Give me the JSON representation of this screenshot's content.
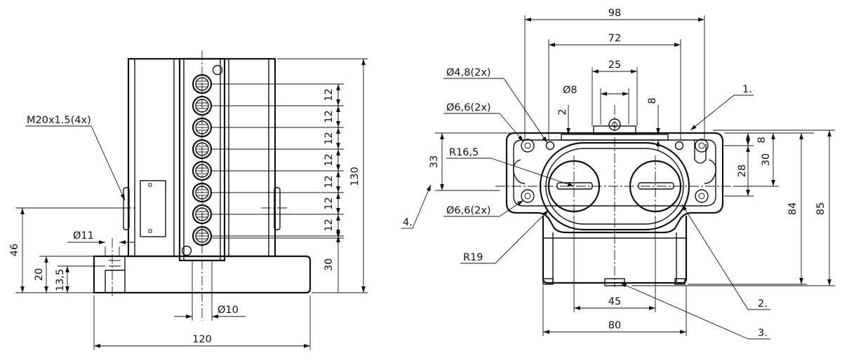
{
  "left_view": {
    "dims": {
      "m20": "M20x1.5(4x)",
      "d11": "Ø11",
      "d10": "Ø10",
      "w120": "120",
      "h130": "130",
      "h46": "46",
      "h20": "20",
      "h13_5": "13,5",
      "h30": "30",
      "pitch12": "12"
    }
  },
  "right_view": {
    "dims": {
      "w98": "98",
      "w72": "72",
      "w25": "25",
      "d8": "Ø8",
      "d4_8": "Ø4,8(2x)",
      "d6_6_top": "Ø6,6(2x)",
      "d6_6_bot": "Ø6,6(2x)",
      "r16_5": "R16,5",
      "r19": "R19",
      "v2": "2",
      "v8_top": "8",
      "v33": "33",
      "v8_r": "8",
      "v28": "28",
      "v30": "30",
      "v84": "84",
      "v85": "85",
      "w45": "45",
      "w80": "80"
    },
    "callouts": {
      "c1": "1.",
      "c2": "2.",
      "c3": "3.",
      "c4": "4."
    }
  }
}
